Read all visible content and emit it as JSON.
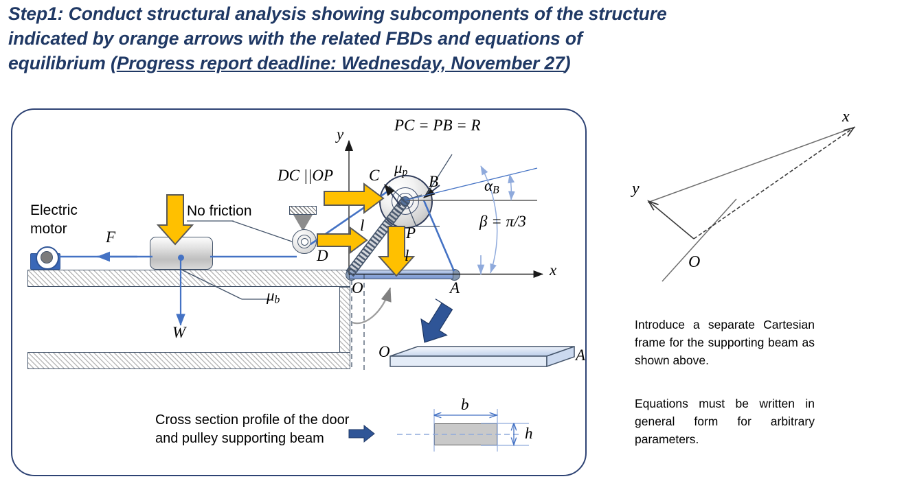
{
  "heading": {
    "line1": "Step1:  Conduct structural analysis showing subcomponents of the structure",
    "line2": "indicated by orange arrows with the related FBDs and equations of",
    "line3_pre": "equilibrium (",
    "line3_underlined": "Progress report deadline: Wednesday, November 27",
    "line3_post": ")"
  },
  "diagram": {
    "labels": {
      "electric_motor_l1": "Electric",
      "electric_motor_l2": "motor",
      "no_friction": "No friction",
      "force_F": "F",
      "weight_W": "W",
      "mu_b": "μ",
      "mu_b_sub": "b",
      "mu_p": "μ",
      "mu_p_sub": "p",
      "point_D": "D",
      "point_C": "C",
      "point_B": "B",
      "point_P": "P",
      "point_O": "O",
      "point_A": "A",
      "plate_O": "O",
      "plate_A": "A",
      "axis_x": "x",
      "axis_y": "y",
      "length_l_upper": "l",
      "length_l_lower": "l",
      "dc_parallel_op": "DC ||OP",
      "radius_note": "PC = PB = R",
      "alpha_B": "α",
      "alpha_B_sub": "B",
      "beta_eq": "β = π/3"
    },
    "cross_section": {
      "caption_l1": "Cross section profile of the door",
      "caption_l2": "and pulley supporting beam",
      "dim_b": "b",
      "dim_h": "h"
    }
  },
  "side_frame": {
    "axis_x": "x",
    "axis_y": "y",
    "origin_O": "O"
  },
  "notes": {
    "note1": "Introduce a separate Cartesian frame for the supporting beam as shown above.",
    "note2": "Equations must be written in general form for arbitrary parameters."
  },
  "colors": {
    "heading_navy": "#1F3864",
    "panel_border": "#2E4374",
    "accent_orange": "#FFC000",
    "beam_blue": "#8FAADC",
    "line_blue": "#4472C4",
    "arrow_blue": "#2F5597",
    "hatch_gray": "#b9b9b9"
  }
}
